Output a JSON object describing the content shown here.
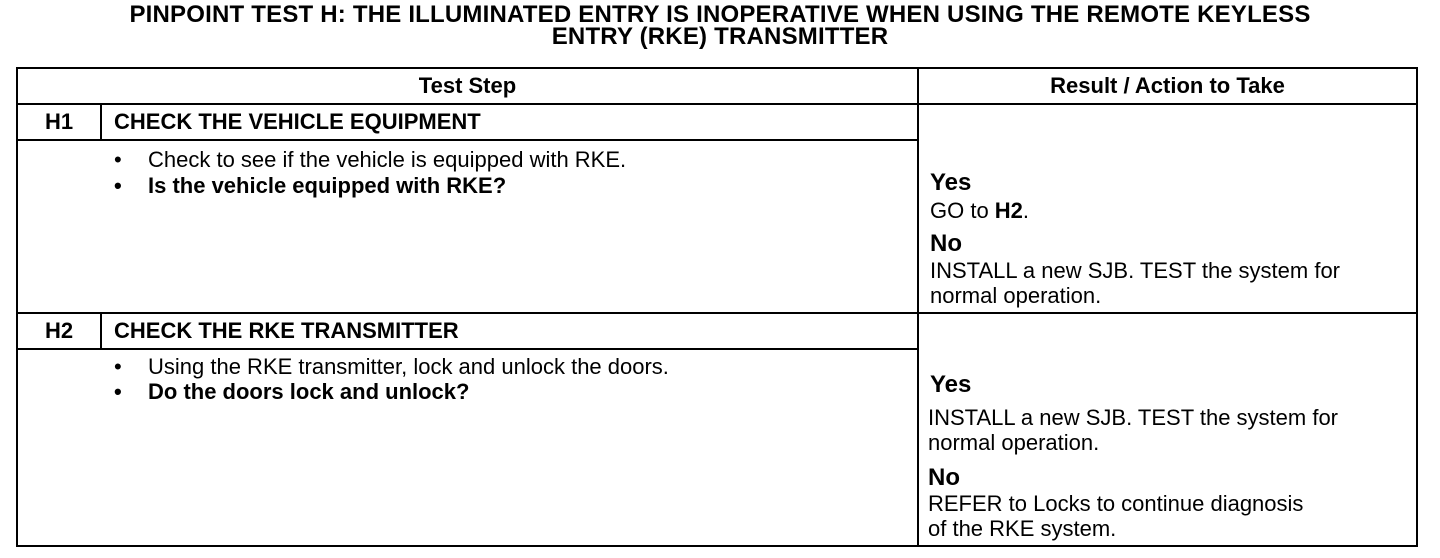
{
  "title": {
    "line1": "PINPOINT TEST  H: THE ILLUMINATED ENTRY IS INOPERATIVE WHEN USING THE REMOTE KEYLESS",
    "line2": "ENTRY (RKE) TRANSMITTER"
  },
  "table": {
    "headers": {
      "test_step": "Test Step",
      "result": "Result / Action to Take"
    },
    "steps": [
      {
        "id": "H1",
        "heading": "CHECK THE VEHICLE EQUIPMENT",
        "bullets": [
          {
            "text": "Check to see if the vehicle is equipped with RKE.",
            "bold": false
          },
          {
            "text": "Is the vehicle equipped with RKE?",
            "bold": true
          }
        ],
        "results": {
          "yes_label": "Yes",
          "yes_prefix": "GO to ",
          "yes_target": "H2",
          "yes_suffix": ".",
          "no_label": "No",
          "no_line1": "INSTALL a new SJB. TEST the system for",
          "no_line2": "normal operation."
        }
      },
      {
        "id": "H2",
        "heading": "CHECK THE RKE TRANSMITTER",
        "bullets": [
          {
            "text": "Using the RKE transmitter, lock and unlock the doors.",
            "bold": false
          },
          {
            "text": "Do the doors lock and unlock?",
            "bold": true
          }
        ],
        "results": {
          "yes_label": "Yes",
          "yes_line1": "INSTALL a new SJB. TEST the system for",
          "yes_line2": "normal operation.",
          "no_label": "No",
          "no_line1": "REFER to Locks to continue diagnosis",
          "no_line2": "of the RKE system."
        }
      }
    ],
    "bullet_glyph": "•"
  }
}
